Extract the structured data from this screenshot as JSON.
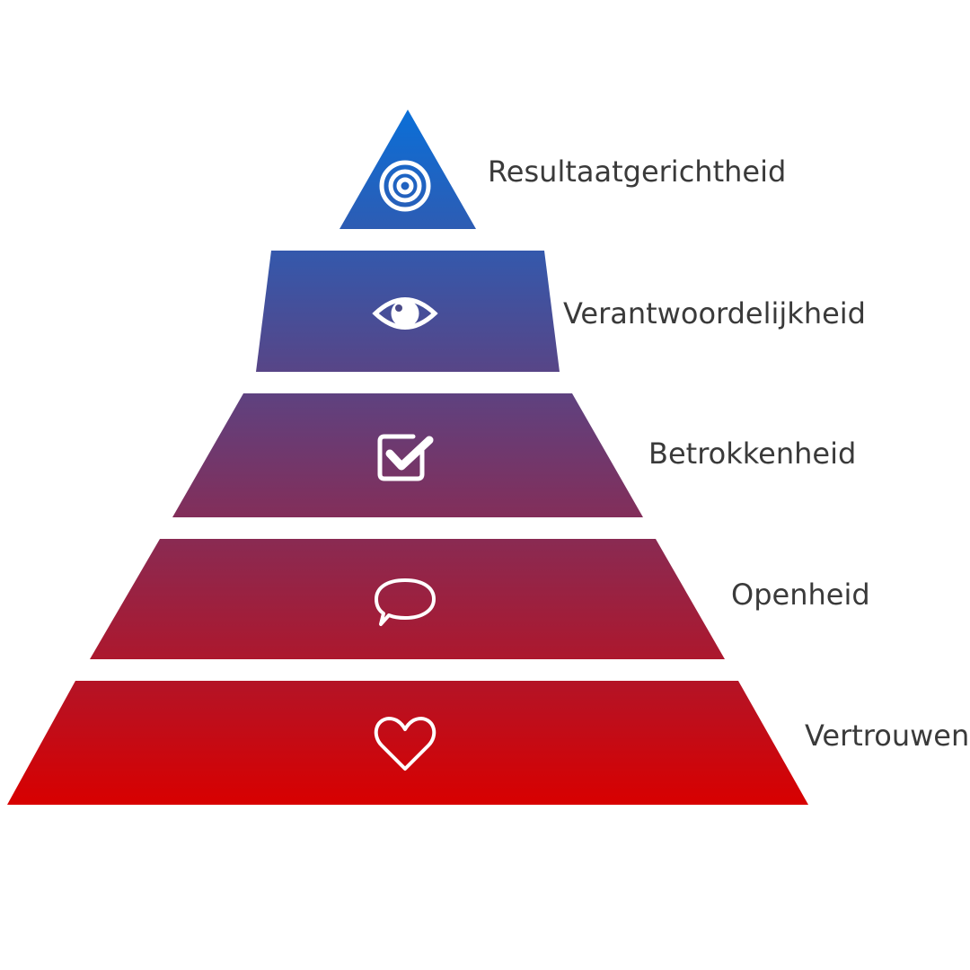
{
  "pyramid": {
    "gradient": {
      "top_color": "#0a6fd8",
      "bottom_color": "#d80000"
    },
    "icon_color": "#ffffff",
    "label_color": "#3a3a3a",
    "tiers": [
      {
        "label": "Resultaatgerichtheid",
        "icon": "target-icon"
      },
      {
        "label": "Verantwoordelijkheid",
        "icon": "eye-icon"
      },
      {
        "label": "Betrokkenheid",
        "icon": "checkbox-icon"
      },
      {
        "label": "Openheid",
        "icon": "speech-bubble-icon"
      },
      {
        "label": "Vertrouwen",
        "icon": "heart-icon"
      }
    ]
  }
}
